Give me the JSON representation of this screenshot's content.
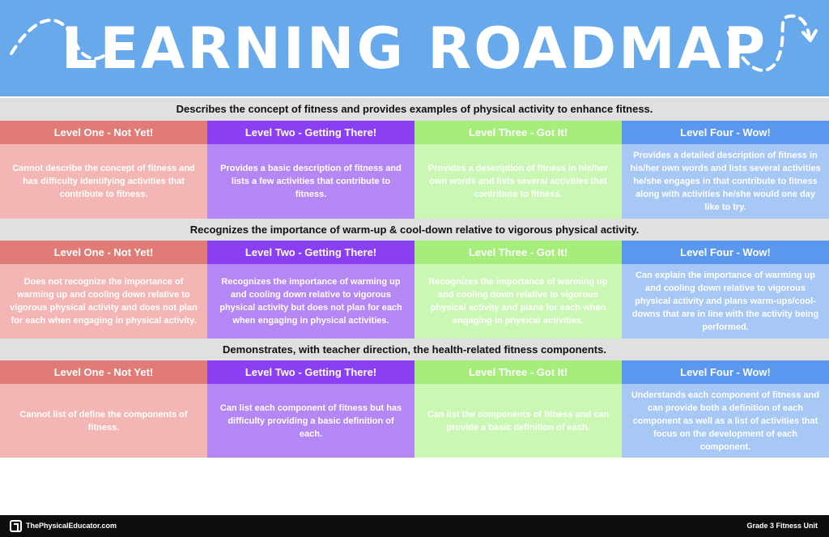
{
  "header": {
    "title": "LEARNING ROADMAP",
    "icon": "dashed-arrow-icon"
  },
  "sections": [
    {
      "title": "Describes the concept of fitness and provides examples of physical activity to enhance fitness.",
      "levels": [
        {
          "label": "Level One - Not Yet!",
          "text": "Cannot describe the concept of fitness and has difficulty identifying activities that contribute to fitness."
        },
        {
          "label": "Level Two - Getting There!",
          "text": "Provides a basic description of fitness and lists a few activities that contribute to fitness."
        },
        {
          "label": "Level Three - Got It!",
          "text": "Provides a description of fitness in his/her own words and lists several activities that contribute to fitness."
        },
        {
          "label": "Level Four - Wow!",
          "text": "Provides a detailed description of fitness in his/her own words and lists several activities he/she engages in that contribute to fitness along with activities he/she would one day like to try."
        }
      ]
    },
    {
      "title": "Recognizes the importance of warm-up & cool-down relative to vigorous physical activity.",
      "levels": [
        {
          "label": "Level One - Not Yet!",
          "text": "Does not recognize the importance of warming up and cooling down relative to vigorous physical activity and does not plan for each when engaging in physical activity."
        },
        {
          "label": "Level Two - Getting There!",
          "text": "Recognizes the importance of warming up and cooling down relative to vigorous physical activity but does not plan for each when engaging in physical activities."
        },
        {
          "label": "Level Three - Got It!",
          "text": "Recognizes the importance of warming up and cooling down relative to vigorous physical activity and plans for each when engaging in physical activities."
        },
        {
          "label": "Level Four - Wow!",
          "text": "Can explain the importance of warming up and cooling down relative to vigorous physical activity and plans warm-ups/cool-downs that are in line with the activity being performed."
        }
      ]
    },
    {
      "title": "Demonstrates, with teacher direction, the health-related fitness components.",
      "levels": [
        {
          "label": "Level One - Not Yet!",
          "text": "Cannot list of define the components of fitness."
        },
        {
          "label": "Level Two - Getting There!",
          "text": "Can list each component of fitness but has difficulty providing a basic definition of each."
        },
        {
          "label": "Level Three - Got It!",
          "text": "Can list the components of fitness and can provide a basic definition of each."
        },
        {
          "label": "Level Four - Wow!",
          "text": "Understands each component of fitness and can provide both a definition of each component as well as a list of activities that focus on the development of each component."
        }
      ]
    }
  ],
  "footer": {
    "site": "ThePhysicalEducator.com",
    "unit": "Grade 3 Fitness Unit",
    "logo_icon": "pe-logo-icon"
  },
  "colors": {
    "header_bg": "#68a9ec",
    "level_one": "#e07b76",
    "level_two": "#8a3ff2",
    "level_three": "#a5ee7c",
    "level_four": "#5a97ee"
  }
}
